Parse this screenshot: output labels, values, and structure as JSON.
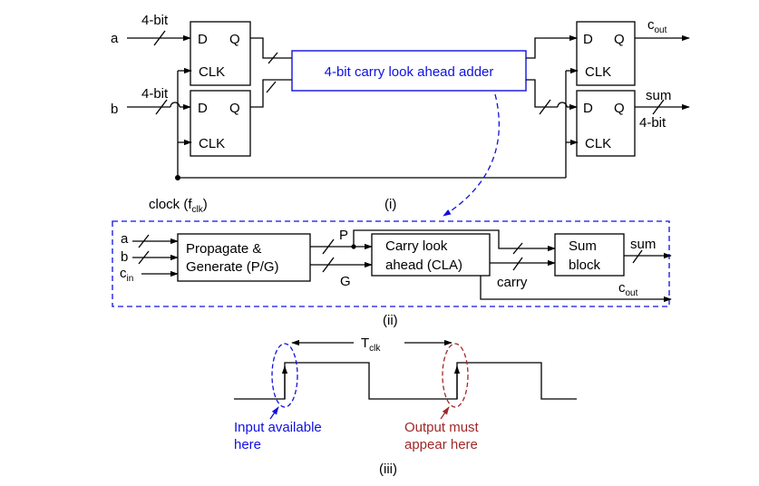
{
  "part_i": {
    "input_a": "a",
    "input_b": "b",
    "bus_a": "4-bit",
    "bus_b": "4-bit",
    "ff_top_left": {
      "d": "D",
      "q": "Q",
      "clk": "CLK"
    },
    "ff_bottom_left": {
      "d": "D",
      "q": "Q",
      "clk": "CLK"
    },
    "ff_top_right": {
      "d": "D",
      "q": "Q",
      "clk": "CLK"
    },
    "ff_bottom_right": {
      "d": "D",
      "q": "Q",
      "clk": "CLK"
    },
    "adder_label": "4-bit carry look ahead adder",
    "cout_main": "c",
    "cout_sub": "out",
    "sum": "sum",
    "sum_bus": "4-bit",
    "clock_main": "clock (f",
    "clock_sub": "clk",
    "clock_close": ")",
    "caption": "(i)"
  },
  "part_ii": {
    "in_a": "a",
    "in_b": "b",
    "in_c_main": "c",
    "in_c_sub": "in",
    "pg_line1": "Propagate &",
    "pg_line2": "Generate (P/G)",
    "p_label": "P",
    "g_label": "G",
    "cla_line1": "Carry look",
    "cla_line2": "ahead (CLA)",
    "carry_label": "carry",
    "sum_line1": "Sum",
    "sum_line2": "block",
    "sum_out": "sum",
    "cout_main": "c",
    "cout_sub": "out",
    "caption": "(ii)"
  },
  "part_iii": {
    "period_main": "T",
    "period_sub": "clk",
    "input_line1": "Input available",
    "input_line2": "here",
    "output_line1": "Output must",
    "output_line2": "appear here",
    "caption": "(iii)"
  },
  "colors": {
    "blue": "#1010e0",
    "red": "#a02828",
    "black": "#000000"
  }
}
